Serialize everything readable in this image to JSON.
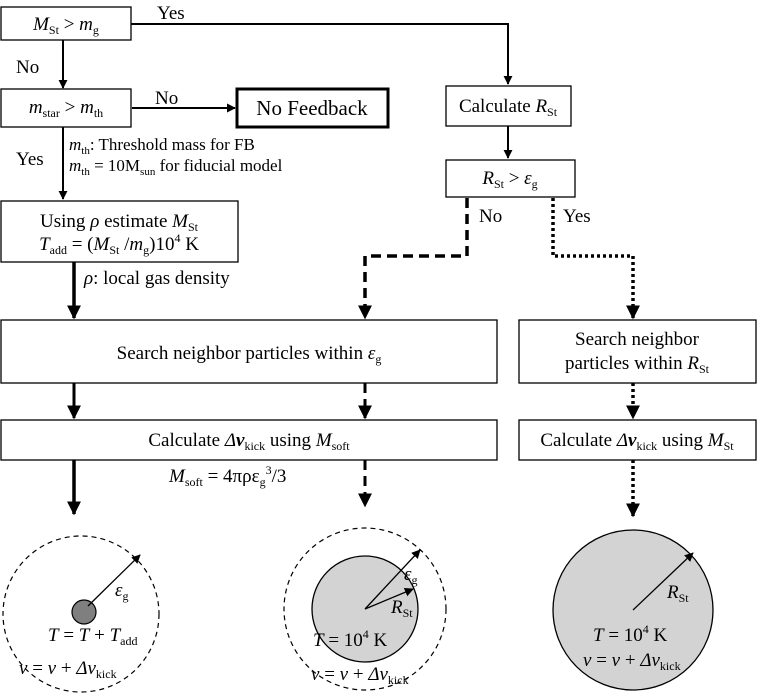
{
  "diagram": {
    "edges": {
      "yes_top": "Yes",
      "no_top": "No",
      "no_mid": "No",
      "yes_mid": "Yes",
      "no_right": "No",
      "yes_right": "Yes"
    },
    "nodes": {
      "cond_mst_mg": {
        "a": "M",
        "a_sub": "St",
        "op": " > ",
        "b": "m",
        "b_sub": "g"
      },
      "cond_mstar_mth": {
        "a": "m",
        "a_sub": "star",
        "op": " > ",
        "b": "m",
        "b_sub": "th"
      },
      "no_feedback": "No Feedback",
      "calc_rst": {
        "prefix": "Calculate ",
        "var": "R",
        "sub": "St"
      },
      "cond_rst_eg": {
        "a": "R",
        "a_sub": "St",
        "op": " > ",
        "b": "ε",
        "b_sub": "g"
      },
      "estimate": {
        "line1_prefix": "Using ",
        "line1_rho": "ρ",
        "line1_suffix": " estimate ",
        "line1_var": "M",
        "line1_sub": "St",
        "line2_T": "T",
        "line2_T_sub": "add",
        "line2_eq": " = (",
        "line2_M": "M",
        "line2_M_sub": "St",
        "line2_slash": " /",
        "line2_m": "m",
        "line2_m_sub": "g",
        "line2_close": ")10",
        "line2_exp": "4",
        "line2_unit": " K"
      },
      "search_eps": {
        "prefix": "Search neighbor particles within ",
        "var": "ε",
        "sub": "g"
      },
      "search_rst": {
        "line1": "Search neighbor",
        "line2_prefix": "particles within ",
        "line2_var": "R",
        "line2_sub": "St"
      },
      "calc_kick_soft": {
        "prefix": "Calculate ",
        "delta": "Δ",
        "v": "v",
        "v_sub": "kick",
        "mid": " using ",
        "M": "M",
        "M_sub": "soft"
      },
      "calc_kick_st": {
        "prefix": "Calculate ",
        "delta": "Δ",
        "v": "v",
        "v_sub": "kick",
        "mid": " using ",
        "M": "M",
        "M_sub": "St"
      }
    },
    "notes": {
      "mth_def": {
        "var": "m",
        "sub": "th",
        "text": ": Threshold mass for FB"
      },
      "mth_val": {
        "var": "m",
        "sub": "th",
        "eq": " = 10M",
        "sun": "sun",
        "text": " for fiducial model"
      },
      "rho_def": {
        "var": "ρ",
        "text": ": local gas density"
      },
      "msoft_def": {
        "var": "M",
        "sub": "soft",
        "eq": " = 4πρε",
        "sub2": "g",
        "sup": "3",
        "tail": "/3"
      }
    },
    "circles": {
      "left": {
        "eps": "ε",
        "eps_sub": "g",
        "T_line": {
          "T": "T",
          "eq1": " = ",
          "T2": "T",
          "plus": " + ",
          "T3": "T",
          "T3_sub": "add"
        },
        "v_line": {
          "v": "v",
          "eq": " = ",
          "v2": "v",
          "plus": " + ",
          "delta": "Δ",
          "v3": "v",
          "v3_sub": "kick"
        }
      },
      "middle": {
        "eps": "ε",
        "eps_sub": "g",
        "r": "R",
        "r_sub": "St",
        "T_line": {
          "T": "T",
          "eq": " = 10",
          "exp": "4",
          "unit": " K"
        },
        "v_line": {
          "v": "v",
          "eq": " = ",
          "v2": "v",
          "plus": " + ",
          "delta": "Δ",
          "v3": "v",
          "v3_sub": "kick"
        }
      },
      "right": {
        "r": "R",
        "r_sub": "St",
        "T_line": {
          "T": "T",
          "eq": " = 10",
          "exp": "4",
          "unit": " K"
        },
        "v_line": {
          "v": "v",
          "eq": " = ",
          "v2": "v",
          "plus": " + ",
          "delta": "Δ",
          "v3": "v",
          "v3_sub": "kick"
        }
      }
    }
  }
}
